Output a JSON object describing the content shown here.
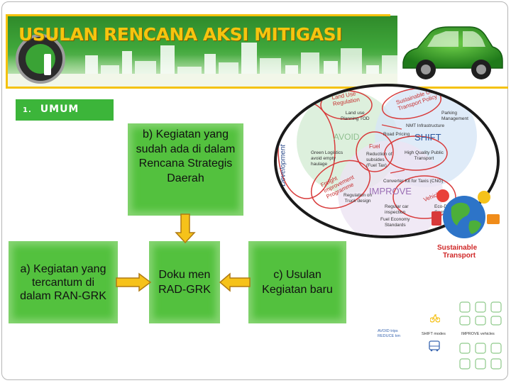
{
  "slide": {
    "title": "USULAN RENCANA AKSI MITIGASI",
    "section_number": "1.",
    "section_label": "UMUM"
  },
  "boxes": {
    "b": "b) Kegiatan yang sudah ada di dalam Rencana Strategis Daerah",
    "a": "a) Kegiatan yang tercantum di dalam RAN-GRK",
    "center": "Doku men RAD-GRK",
    "c": "c) Usulan Kegiatan baru"
  },
  "venn": {
    "side_label": "on Development",
    "land_use": [
      "Land Use",
      "Regulation"
    ],
    "land_use_sub": [
      "Land use",
      "Planning TOD"
    ],
    "transport_policy": [
      "Sustainable Urban",
      "Transport Policy"
    ],
    "parking": [
      "Parking",
      "Management"
    ],
    "nmt": "NMT Infrastructure",
    "avoid": "AVOID",
    "shift": "SHIFT",
    "road_pricing": "Road Pricing",
    "fuel": "Fuel",
    "fuel_sub": [
      "Reduction of",
      "subsides",
      "(Fuel Tax)"
    ],
    "green_logistics": [
      "Green Logistics",
      "avoid empty",
      "haulage"
    ],
    "public_transport": [
      "High Quality Public",
      "Transport"
    ],
    "freight": [
      "Freight",
      "Improvement",
      "Programme"
    ],
    "converter": "Converter Kit for Taxis (CNG)",
    "improve": "IMPROVE",
    "regulation_truck": [
      "Regulation on",
      "Truck design"
    ],
    "vehicles": "Vehicles",
    "regular_car": [
      "Regular car",
      "inspection"
    ],
    "eco_driving": [
      "Eco-Dri",
      "Campa"
    ],
    "fuel_economy": [
      "Fuel Economy",
      "Standards"
    ]
  },
  "globe": {
    "label": [
      "Sustainable",
      "Transport"
    ]
  },
  "icon_legend": {
    "avoid": [
      "AVOID trips",
      "REDUCE km"
    ],
    "shift": "SHIFT modes",
    "improve": "IMPROVE vehicles"
  },
  "colors": {
    "banner_green": "#3fa63a",
    "title_gold": "#f6c40f",
    "box_green": "#53c13e",
    "arrow_yellow": "#f6c21a",
    "venn_red": "#d83a3a"
  }
}
